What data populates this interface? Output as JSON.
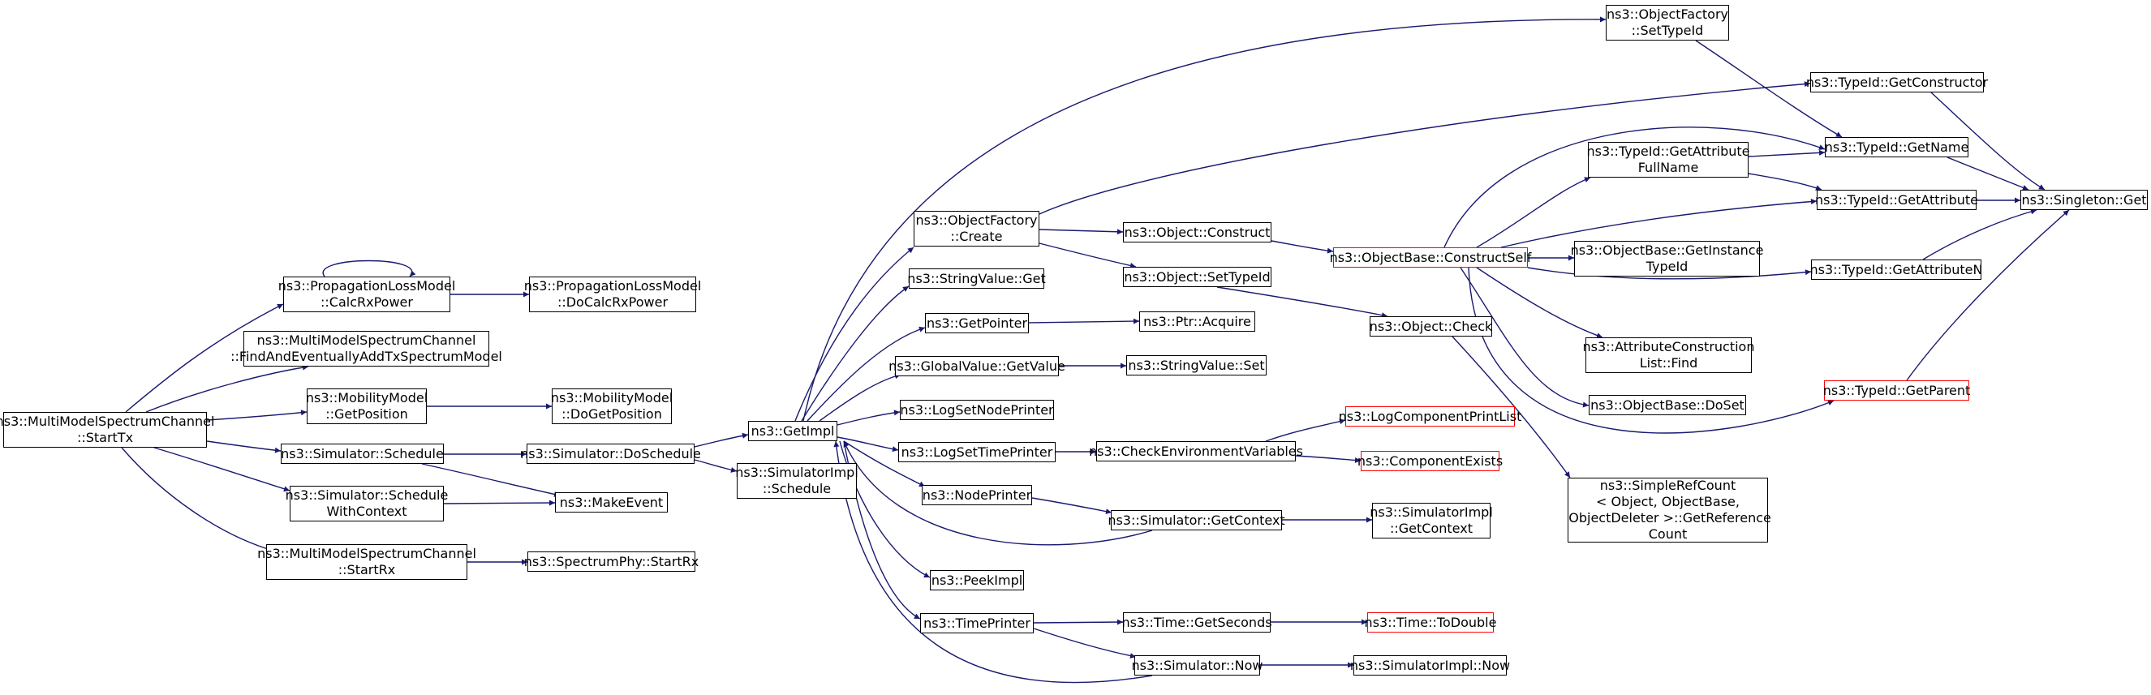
{
  "edge_color": "#191970",
  "root_fill": "#bfbfbf",
  "truncated_border": "#ff0000",
  "nodes": [
    {
      "id": "starttx",
      "label": "ns3::MultiModelSpectrumChannel\n::StartTx",
      "root": true
    },
    {
      "id": "calcrx",
      "label": "ns3::PropagationLossModel\n::CalcRxPower"
    },
    {
      "id": "docalcrx",
      "label": "ns3::PropagationLossModel\n::DoCalcRxPower"
    },
    {
      "id": "findadd",
      "label": "ns3::MultiModelSpectrumChannel\n::FindAndEventuallyAddTxSpectrumModel"
    },
    {
      "id": "getpos",
      "label": "ns3::MobilityModel\n::GetPosition"
    },
    {
      "id": "dogetpos",
      "label": "ns3::MobilityModel\n::DoGetPosition"
    },
    {
      "id": "schedule",
      "label": "ns3::Simulator::Schedule"
    },
    {
      "id": "doschedule",
      "label": "ns3::Simulator::DoSchedule"
    },
    {
      "id": "schedwc",
      "label": "ns3::Simulator::Schedule\nWithContext"
    },
    {
      "id": "makeevent",
      "label": "ns3::MakeEvent"
    },
    {
      "id": "startrx",
      "label": "ns3::MultiModelSpectrumChannel\n::StartRx"
    },
    {
      "id": "specstartrx",
      "label": "ns3::SpectrumPhy::StartRx"
    },
    {
      "id": "getimpl",
      "label": "ns3::GetImpl"
    },
    {
      "id": "simimplsched",
      "label": "ns3::SimulatorImpl\n::Schedule"
    },
    {
      "id": "ofcreate",
      "label": "ns3::ObjectFactory\n::Create"
    },
    {
      "id": "strvalget",
      "label": "ns3::StringValue::Get"
    },
    {
      "id": "getpointer",
      "label": "ns3::GetPointer"
    },
    {
      "id": "gvgetvalue",
      "label": "ns3::GlobalValue::GetValue"
    },
    {
      "id": "lognodeprinter",
      "label": "ns3::LogSetNodePrinter"
    },
    {
      "id": "logtimeprinter",
      "label": "ns3::LogSetTimePrinter"
    },
    {
      "id": "nodeprinter",
      "label": "ns3::NodePrinter"
    },
    {
      "id": "peekimpl",
      "label": "ns3::PeekImpl"
    },
    {
      "id": "timeprinter",
      "label": "ns3::TimePrinter"
    },
    {
      "id": "ofsettypeid",
      "label": "ns3::ObjectFactory\n::SetTypeId"
    },
    {
      "id": "objconstruct",
      "label": "ns3::Object::Construct"
    },
    {
      "id": "objsettypeid",
      "label": "ns3::Object::SetTypeId"
    },
    {
      "id": "ptracquire",
      "label": "ns3::Ptr::Acquire"
    },
    {
      "id": "strvalset",
      "label": "ns3::StringValue::Set"
    },
    {
      "id": "checkenv",
      "label": "ns3::CheckEnvironmentVariables"
    },
    {
      "id": "simgetcontext",
      "label": "ns3::Simulator::GetContext"
    },
    {
      "id": "timegetseconds",
      "label": "ns3::Time::GetSeconds"
    },
    {
      "id": "simnow",
      "label": "ns3::Simulator::Now"
    },
    {
      "id": "constructself",
      "label": "ns3::ObjectBase::ConstructSelf",
      "truncated": true
    },
    {
      "id": "objcheck",
      "label": "ns3::Object::Check"
    },
    {
      "id": "logcompprint",
      "label": "ns3::LogComponentPrintList",
      "truncated": true
    },
    {
      "id": "compexists",
      "label": "ns3::ComponentExists",
      "truncated": true
    },
    {
      "id": "simimplgetctx",
      "label": "ns3::SimulatorImpl\n::GetContext"
    },
    {
      "id": "timetodouble",
      "label": "ns3::Time::ToDouble",
      "truncated": true
    },
    {
      "id": "simimplnow",
      "label": "ns3::SimulatorImpl::Now"
    },
    {
      "id": "tiggetattrfull",
      "label": "ns3::TypeId::GetAttribute\nFullName"
    },
    {
      "id": "obgetinstance",
      "label": "ns3::ObjectBase::GetInstance\nTypeId"
    },
    {
      "id": "attrconsfind",
      "label": "ns3::AttributeConstruction\nList::Find"
    },
    {
      "id": "obdoset",
      "label": "ns3::ObjectBase::DoSet"
    },
    {
      "id": "simplerefcount",
      "label": "ns3::SimpleRefCount\n< Object, ObjectBase,\n ObjectDeleter >::GetReference\nCount"
    },
    {
      "id": "tigetconstructor",
      "label": "ns3::TypeId::GetConstructor"
    },
    {
      "id": "tigetname",
      "label": "ns3::TypeId::GetName"
    },
    {
      "id": "tigetattribute",
      "label": "ns3::TypeId::GetAttribute"
    },
    {
      "id": "tigetattributen",
      "label": "ns3::TypeId::GetAttributeN"
    },
    {
      "id": "tigetparent",
      "label": "ns3::TypeId::GetParent",
      "truncated": true
    },
    {
      "id": "singletonget",
      "label": "ns3::Singleton::Get"
    }
  ]
}
